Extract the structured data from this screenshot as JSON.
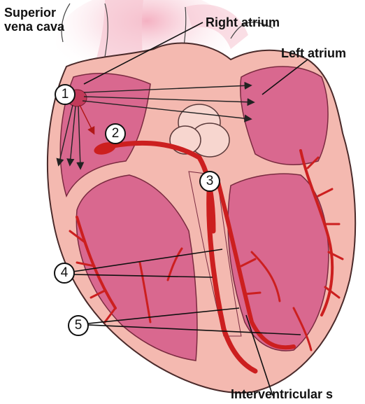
{
  "labels": {
    "superior_vena_cava_line1": "Superior",
    "superior_vena_cava_line2": "vena cava",
    "right_atrium": "Right atrium",
    "left_atrium": "Left atrium",
    "interventricular_septum": "Interventricular s"
  },
  "markers": [
    "1",
    "2",
    "3",
    "4",
    "5"
  ],
  "colors": {
    "outer_tissue": "#f4b9b0",
    "chamber": "#d9688f",
    "chamber_dark": "#c44c78",
    "conduction": "#cc1f1f",
    "conduction_light": "#e8434a",
    "vessel_glow": "#f3c3cf"
  }
}
